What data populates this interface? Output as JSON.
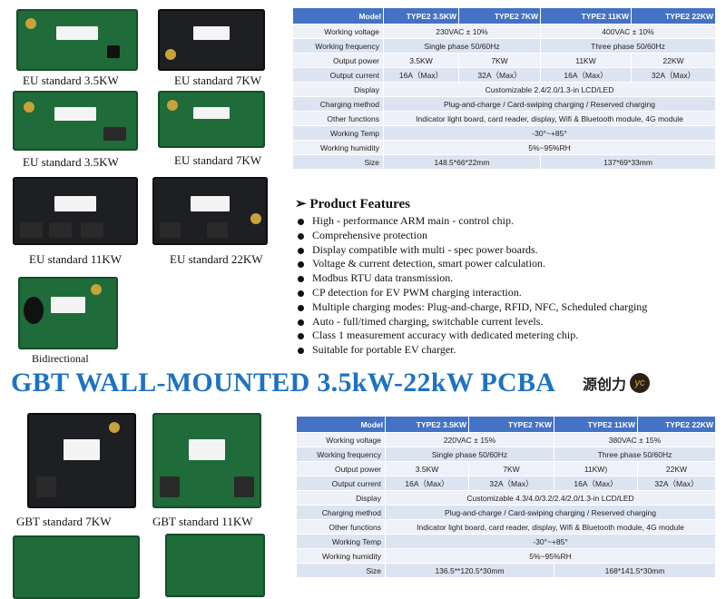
{
  "eu_boards": [
    {
      "caption": "EU standard 3.5KW"
    },
    {
      "caption": "EU standard 7KW"
    },
    {
      "caption": "EU standard 3.5KW"
    },
    {
      "caption": "EU standard 7KW"
    },
    {
      "caption": "EU standard 11KW"
    },
    {
      "caption": "EU standard 22KW"
    },
    {
      "caption": "Bidirectional"
    }
  ],
  "eu_table": {
    "header": [
      "Model",
      "TYPE2 3.5KW",
      "TYPE2 7KW",
      "TYPE2 11KW",
      "TYPE2 22KW"
    ],
    "rows": {
      "voltage": {
        "label": "Working voltage",
        "single": "230VAC ± 10%",
        "three": "400VAC ± 10%"
      },
      "frequency": {
        "label": "Working frequency",
        "single": "Single phase  50/60Hz",
        "three": "Three phase  50/60Hz"
      },
      "power": {
        "label": "Output power",
        "values": [
          "3.5KW",
          "7KW",
          "11KW",
          "22KW"
        ]
      },
      "current": {
        "label": "Output current",
        "values": [
          "16A（Max）",
          "32A（Max）",
          "16A（Max）",
          "32A（Max）"
        ]
      },
      "display": {
        "label": "Display",
        "value": "Customizable 2.4/2.0/1.3-in LCD/LED"
      },
      "charging": {
        "label": "Charging method",
        "value": "Plug-and-charge / Card-swiping charging / Reserved charging"
      },
      "other": {
        "label": "Other functions",
        "value": "Indicator light board, card reader, display, Wifi & Bluetooth module, 4G module"
      },
      "temp": {
        "label": "Working Temp",
        "value": "-30°~+85°"
      },
      "humidity": {
        "label": "Working humidity",
        "value": "5%~95%RH"
      },
      "size": {
        "label": "Size",
        "single": "148.5*66*22mm",
        "three": "137*69*33mm"
      }
    }
  },
  "features": {
    "title": "Product Features",
    "items": [
      "High - performance ARM main - control chip.",
      "Comprehensive protection",
      "Display compatible with multi - spec power boards.",
      "Voltage & current detection, smart power calculation.",
      "Modbus RTU data transmission.",
      "CP detection for EV PWM charging interaction.",
      "Multiple charging modes: Plug-and-charge, RFID, NFC, Scheduled charging",
      "Auto - full/timed charging, switchable current levels.",
      "Class 1 measurement accuracy with dedicated metering chip.",
      "Suitable for portable EV charger."
    ]
  },
  "gbt_title": "GBT WALL-MOUNTED 3.5kW-22kW PCBA",
  "logo": {
    "text": "源创力",
    "mark": "yc"
  },
  "gbt_boards": [
    {
      "caption": "GBT standard 7KW"
    },
    {
      "caption": "GBT standard 11KW"
    }
  ],
  "gbt_table": {
    "header": [
      "Model",
      "TYPE2 3.5KW",
      "TYPE2 7KW",
      "TYPE2 11KW",
      "TYPE2 22KW"
    ],
    "rows": {
      "voltage": {
        "label": "Working voltage",
        "single": "220VAC ± 15%",
        "three": "380VAC ± 15%"
      },
      "frequency": {
        "label": "Working frequency",
        "single": "Single phase  50/60Hz",
        "three": "Three phase  50/60Hz"
      },
      "power": {
        "label": "Output power",
        "values": [
          "3.5KW",
          "7KW",
          "11KW)",
          "22KW"
        ]
      },
      "current": {
        "label": "Output current",
        "values": [
          "16A（Max）",
          "32A（Max）",
          "16A（Max）",
          "32A（Max）"
        ]
      },
      "display": {
        "label": "Display",
        "value": "Customizable 4.3/4.0/3.2/2.4/2.0/1.3-in LCD/LED"
      },
      "charging": {
        "label": "Charging method",
        "value": "Plug-and-charge / Card-swiping charging / Reserved charging"
      },
      "other": {
        "label": "Other functions",
        "value": "Indicator light board, card reader, display, Wifi & Bluetooth module, 4G module"
      },
      "temp": {
        "label": "Working Temp",
        "value": "-30°~+85°"
      },
      "humidity": {
        "label": "Working humidity",
        "value": "5%~95%RH"
      },
      "size": {
        "label": "Size",
        "single": "136.5**120.5*30mm",
        "three": "168*141.5*30mm"
      }
    }
  }
}
